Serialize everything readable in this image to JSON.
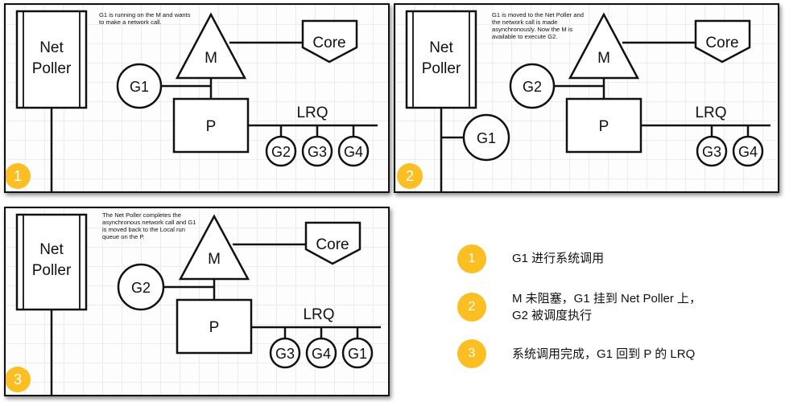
{
  "colors": {
    "badge": "#fbbf24",
    "line": "#111111",
    "panel_bg": "#fdfdfd"
  },
  "labels": {
    "net_poller_line1": "Net",
    "net_poller_line2": "Poller",
    "m": "M",
    "p": "P",
    "core": "Core",
    "lrq": "LRQ"
  },
  "panels": [
    {
      "step": "1",
      "note": "G1 is running on the M and wants to make a network call.",
      "attached_g": "G1",
      "poller_g": "",
      "queue": [
        "G2",
        "G3",
        "G4"
      ]
    },
    {
      "step": "2",
      "note": "G1 is moved to the Net Poller and the network call is made asynchronously. Now the M is available to execute G2.",
      "attached_g": "G2",
      "poller_g": "G1",
      "queue": [
        "G3",
        "G4"
      ]
    },
    {
      "step": "3",
      "note": "The Net Poller completes the asynchronous network call and G1 is moved back to the Local run queue on the P.",
      "attached_g": "G2",
      "poller_g": "",
      "queue": [
        "G3",
        "G4",
        "G1"
      ]
    }
  ],
  "legend": [
    {
      "step": "1",
      "lines": [
        "G1 进行系统调用"
      ]
    },
    {
      "step": "2",
      "lines": [
        "M 未阻塞，G1 挂到 Net Poller 上，",
        "G2 被调度执行"
      ]
    },
    {
      "step": "3",
      "lines": [
        "系统调用完成，G1 回到 P 的 LRQ"
      ]
    }
  ]
}
